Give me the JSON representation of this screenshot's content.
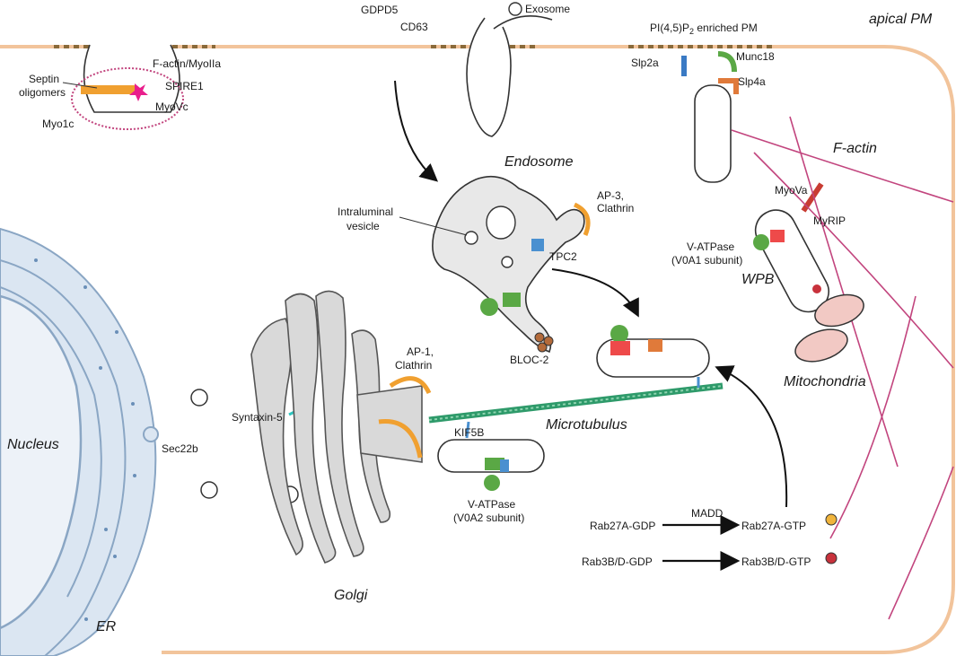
{
  "regions": {
    "apical_pm": "apical PM",
    "nucleus": "Nucleus",
    "er": "ER",
    "golgi": "Golgi",
    "endosome": "Endosome",
    "microtubule": "Microtubulus",
    "f_actin": "F-actin",
    "wpb": "WPB",
    "mitochondria": "Mitochondria"
  },
  "labels": {
    "septin_1": "Septin",
    "septin_2": "oligomers",
    "factin_myo": "F-actin/MyoIIa",
    "spire1": "SPIRE1",
    "myovc": "MyoVc",
    "myo1c": "Myo1c",
    "gdpd5": "GDPD5",
    "cd63": "CD63",
    "exosome": "Exosome",
    "pip2_pre": "PI(4,5)P",
    "pip2_sub": "2",
    "pip2_post": " enriched PM",
    "slp2a": "Slp2a",
    "munc18": "Munc18",
    "slp4a": "Slp4a",
    "ilv_1": "Intraluminal",
    "ilv_2": "vesicle",
    "ap3_1": "AP-3,",
    "ap3_2": "Clathrin",
    "tpc2": "TPC2",
    "bloc2": "BLOC-2",
    "myova": "MyoVa",
    "myrip": "MyRIP",
    "vatp1_1": "V-ATPase",
    "vatp1_2": "(V0A1 subunit)",
    "ap1_1": "AP-1,",
    "ap1_2": "Clathrin",
    "syntaxin5": "Syntaxin-5",
    "sec22b": "Sec22b",
    "kif5b": "KIF5B",
    "vatp2_1": "V-ATPase",
    "vatp2_2": "(V0A2 subunit)"
  },
  "legend": {
    "madd": "MADD",
    "rab27_gdp": "Rab27A-GDP",
    "rab27_gtp": "Rab27A-GTP",
    "rab3_gdp": "Rab3B/D-GDP",
    "rab3_gtp": "Rab3B/D-GTP"
  },
  "colors": {
    "membrane": "#f2c49b",
    "actin": "#c2457e",
    "microtubule": "#2e9a6a",
    "golgi": "#d9d9d9",
    "er": "#dbe6f2",
    "vatpase": "#5aa845",
    "rab27": "#f0b43c",
    "rab3": "#c8323c",
    "clathrin": "#f0a030",
    "tetraspanin": "#b03a8a",
    "gdpd5": "#e07a3a",
    "tpc2": "#4a90d0"
  }
}
